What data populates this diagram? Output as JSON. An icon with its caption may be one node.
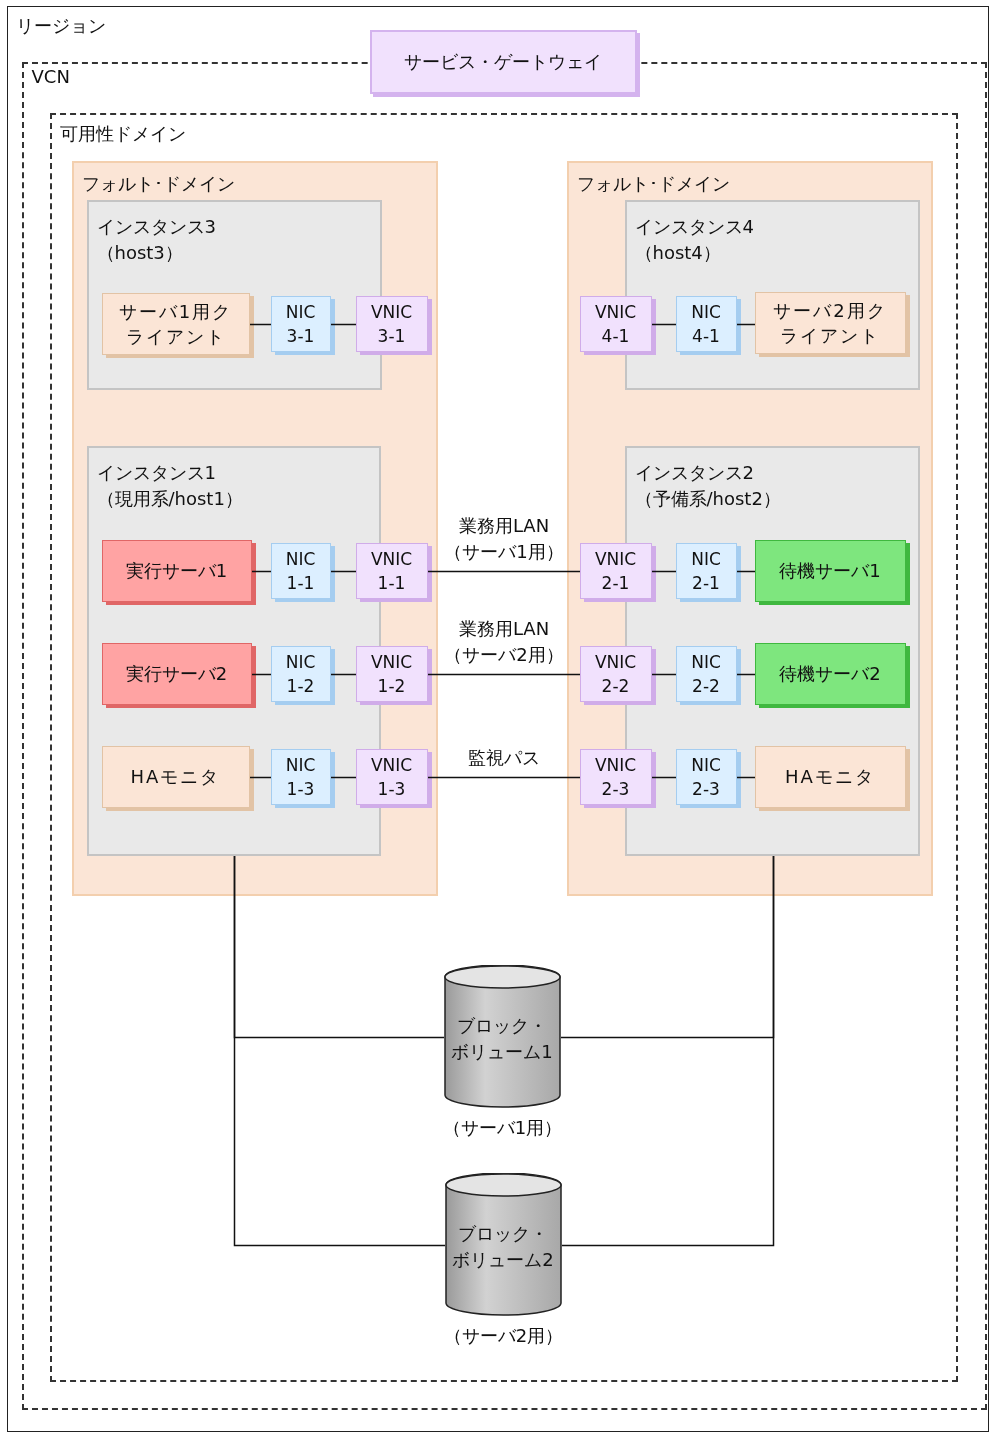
{
  "diagram": {
    "nodes": [
      {
        "text": [
          "リージョン"
        ]
      },
      {
        "text": [
          "サービス・ゲートウェイ"
        ],
        "in": 0
      },
      {
        "text": [
          "VCN"
        ],
        "in": 0
      },
      {
        "text": [
          "可用性ドメイン"
        ],
        "in": 2
      },
      {
        "text": [
          "フォルト･ドメイン"
        ],
        "in": 3
      },
      {
        "text": [
          "フォルト･ドメイン"
        ],
        "in": 3
      },
      {
        "text": [
          "インスタンス3（host3）"
        ],
        "in": 4
      },
      {
        "text": [
          "サーバ1用クライアント"
        ],
        "in": 6
      },
      {
        "text": [
          "NIC 3-1"
        ],
        "in": 6
      },
      {
        "text": [
          "VNIC 3-1"
        ],
        "in": 4
      },
      {
        "text": [
          "インスタンス4（host4）"
        ],
        "in": 5
      },
      {
        "text": [
          "VNIC 4-1"
        ],
        "in": 5
      },
      {
        "text": [
          "NIC 4-1"
        ],
        "in": 10
      },
      {
        "text": [
          "サーバ2用クライアント"
        ],
        "in": 10
      },
      {
        "text": [
          "インスタンス1（現用系/host1）"
        ],
        "in": 4
      },
      {
        "text": [
          "実行サーバ1"
        ],
        "in": 14
      },
      {
        "text": [
          "NIC 1-1"
        ],
        "in": 14
      },
      {
        "text": [
          "VNIC 1-1"
        ],
        "in": 4
      },
      {
        "text": [
          "実行サーバ2"
        ],
        "in": 14
      },
      {
        "text": [
          "NIC 1-2"
        ],
        "in": 14
      },
      {
        "text": [
          "VNIC 1-2"
        ],
        "in": 4
      },
      {
        "text": [
          "HAモニタ"
        ],
        "in": 14
      },
      {
        "text": [
          "NIC 1-3"
        ],
        "in": 14
      },
      {
        "text": [
          "VNIC 1-3"
        ],
        "in": 4
      },
      {
        "text": [
          "インスタンス2（予備系/host2）"
        ],
        "in": 5
      },
      {
        "text": [
          "VNIC 2-1"
        ],
        "in": 5
      },
      {
        "text": [
          "NIC 2-1"
        ],
        "in": 24
      },
      {
        "text": [
          "待機サーバ1"
        ],
        "in": 24
      },
      {
        "text": [
          "VNIC 2-2"
        ],
        "in": 5
      },
      {
        "text": [
          "NIC 2-2"
        ],
        "in": 24
      },
      {
        "text": [
          "待機サーバ2"
        ],
        "in": 24
      },
      {
        "text": [
          "VNIC 2-3"
        ],
        "in": 5
      },
      {
        "text": [
          "NIC 2-3"
        ],
        "in": 24
      },
      {
        "text": [
          "HAモニタ"
        ],
        "in": 24
      },
      {
        "text": [
          "ブロック・ボリューム1"
        ],
        "in": 3,
        "beside": [
          "（サーバ1用）"
        ]
      },
      {
        "text": [
          "ブロック・ボリューム2"
        ],
        "in": 3,
        "beside": [
          "（サーバ2用）"
        ]
      }
    ],
    "edges": [
      {
        "from": 7,
        "to": 8,
        "arrow": "none"
      },
      {
        "from": 8,
        "to": 9,
        "arrow": "none"
      },
      {
        "from": 11,
        "to": 12,
        "arrow": "none"
      },
      {
        "from": 12,
        "to": 13,
        "arrow": "none"
      },
      {
        "from": 15,
        "to": 16,
        "arrow": "none"
      },
      {
        "from": 16,
        "to": 17,
        "arrow": "none"
      },
      {
        "from": 17,
        "to": 25,
        "arrow": "none",
        "label": "業務用LAN（サーバ1用）"
      },
      {
        "from": 25,
        "to": 26,
        "arrow": "none"
      },
      {
        "from": 26,
        "to": 27,
        "arrow": "none"
      },
      {
        "from": 18,
        "to": 19,
        "arrow": "none"
      },
      {
        "from": 19,
        "to": 20,
        "arrow": "none"
      },
      {
        "from": 20,
        "to": 28,
        "arrow": "none",
        "label": "業務用LAN（サーバ2用）"
      },
      {
        "from": 28,
        "to": 29,
        "arrow": "none"
      },
      {
        "from": 29,
        "to": 30,
        "arrow": "none"
      },
      {
        "from": 21,
        "to": 22,
        "arrow": "none"
      },
      {
        "from": 22,
        "to": 23,
        "arrow": "none"
      },
      {
        "from": 23,
        "to": 31,
        "arrow": "none",
        "label": "監視パス"
      },
      {
        "from": 31,
        "to": 32,
        "arrow": "none"
      },
      {
        "from": 32,
        "to": 33,
        "arrow": "none"
      },
      {
        "from": 14,
        "to": 34,
        "arrow": "none"
      },
      {
        "from": 14,
        "to": 35,
        "arrow": "none"
      },
      {
        "from": 24,
        "to": 34,
        "arrow": "none"
      },
      {
        "from": 24,
        "to": 35,
        "arrow": "none"
      }
    ]
  }
}
